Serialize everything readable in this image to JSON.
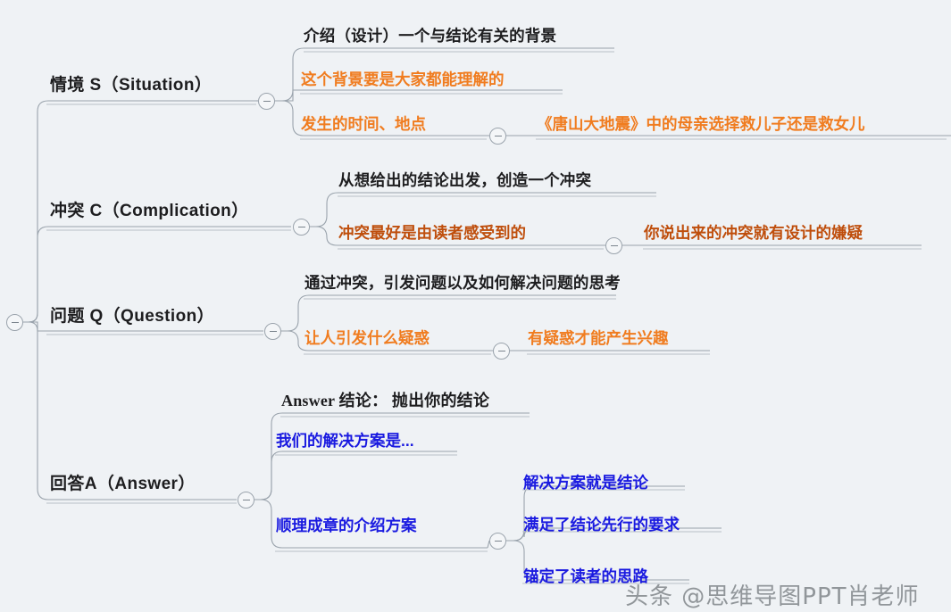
{
  "diagram": {
    "type": "mindmap",
    "background_color": "#eff2f5",
    "line_color": "#9aa3ac",
    "colors": {
      "dark_text": "#1d1d1f",
      "orange": "#f07c1f",
      "orange_dark": "#bf4e0c",
      "blue": "#1a1ae0"
    },
    "root": {
      "label": "",
      "collapsed_toggle": "minus"
    },
    "branches": [
      {
        "id": "situation",
        "label": "情境 S（Situation）",
        "children": [
          {
            "id": "s-1",
            "label": "介绍（设计）一个与结论有关的背景",
            "color": "dark"
          },
          {
            "id": "s-2",
            "label": "这个背景要是大家都能理解的",
            "color": "orange"
          },
          {
            "id": "s-3",
            "label": "发生的时间、地点",
            "color": "orange",
            "children": [
              {
                "id": "s-3-1",
                "label": "《唐山大地震》中的母亲选择救儿子还是救女儿",
                "color": "orange"
              }
            ]
          }
        ]
      },
      {
        "id": "complication",
        "label": "冲突 C（Complication）",
        "children": [
          {
            "id": "c-1",
            "label": "从想给出的结论出发，创造一个冲突",
            "color": "dark"
          },
          {
            "id": "c-2",
            "label": "冲突最好是由读者感受到的",
            "color": "orange_dark",
            "children": [
              {
                "id": "c-2-1",
                "label": "你说出来的冲突就有设计的嫌疑",
                "color": "orange_dark"
              }
            ]
          }
        ]
      },
      {
        "id": "question",
        "label": "问题 Q（Question）",
        "children": [
          {
            "id": "q-1",
            "label": "通过冲突，引发问题以及如何解决问题的思考",
            "color": "dark"
          },
          {
            "id": "q-2",
            "label": "让人引发什么疑惑",
            "color": "orange",
            "children": [
              {
                "id": "q-2-1",
                "label": "有疑惑才能产生兴趣",
                "color": "orange"
              }
            ]
          }
        ]
      },
      {
        "id": "answer",
        "label": "回答A（Answer）",
        "children": [
          {
            "id": "a-1",
            "label": "Answer 结论： 抛出你的结论",
            "color": "dark"
          },
          {
            "id": "a-2",
            "label": "我们的解决方案是...",
            "color": "blue"
          },
          {
            "id": "a-3",
            "label": "顺理成章的介绍方案",
            "color": "blue",
            "children": [
              {
                "id": "a-3-1",
                "label": "解决方案就是结论",
                "color": "blue"
              },
              {
                "id": "a-3-2",
                "label": "满足了结论先行的要求",
                "color": "blue"
              },
              {
                "id": "a-3-3",
                "label": "锚定了读者的思路",
                "color": "blue"
              }
            ]
          }
        ]
      }
    ]
  },
  "watermark": {
    "text": "头条 @思维导图PPT肖老师"
  }
}
